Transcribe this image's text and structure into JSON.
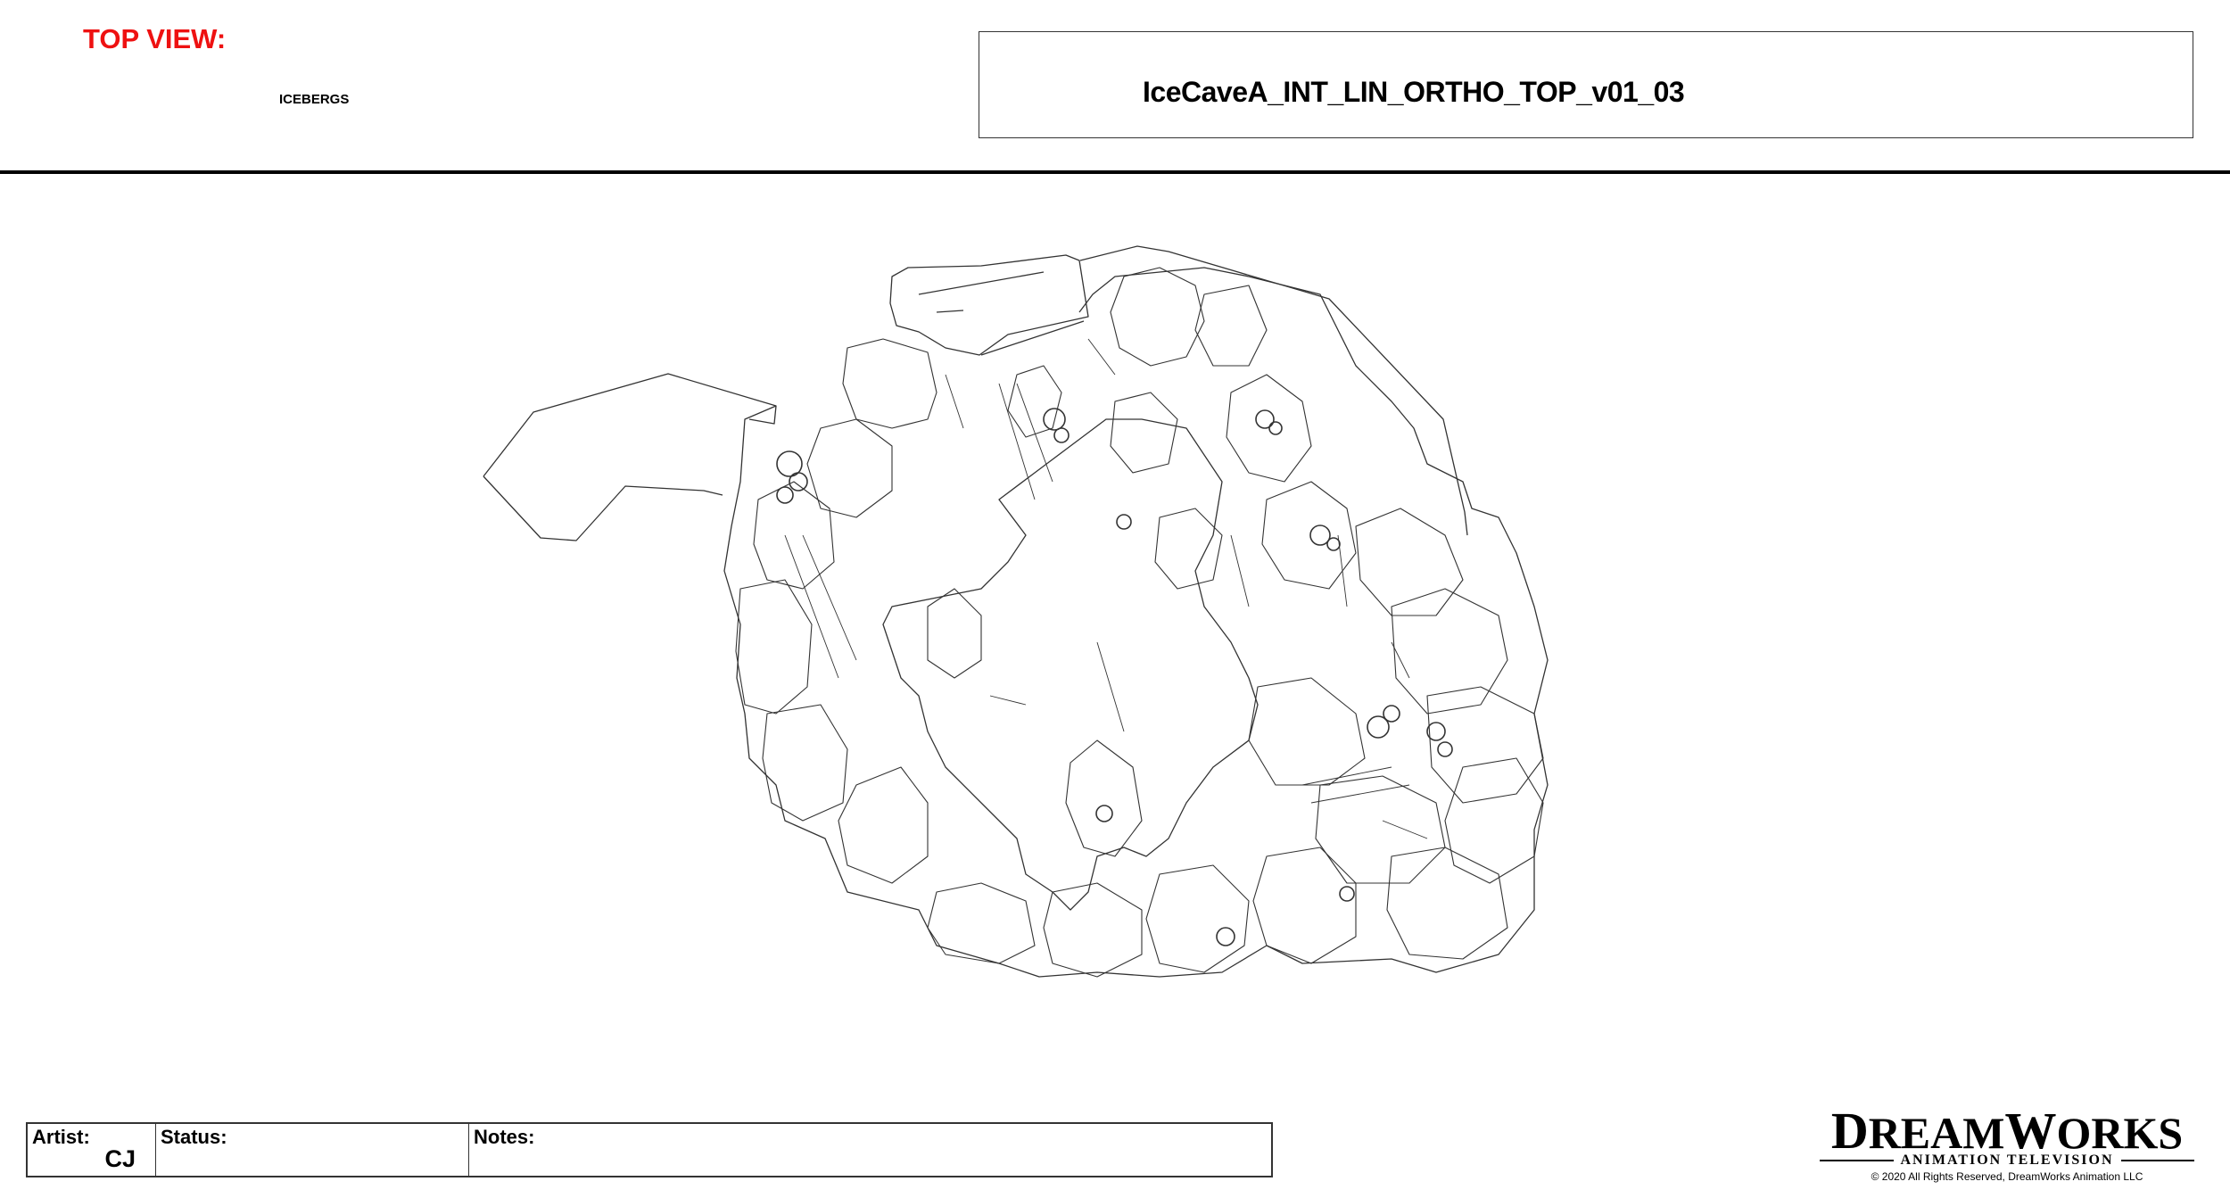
{
  "header": {
    "view_label": "TOP VIEW:",
    "section_label": "ICEBERGS",
    "file_title": "IceCaveA_INT_LIN_ORTHO_TOP_v01_03"
  },
  "drawing": {
    "description": "Orthographic top-view line drawing of an ice cave ring of icebergs",
    "line_color": "#333333"
  },
  "info_table": {
    "artist_label": "Artist:",
    "artist_value": "CJ",
    "status_label": "Status:",
    "status_value": "",
    "notes_label": "Notes:",
    "notes_value": ""
  },
  "logo": {
    "main_first": "D",
    "main_rest1": "REAM",
    "main_w": "W",
    "main_rest2": "ORKS",
    "subtitle": "ANIMATION TELEVISION",
    "copyright": "© 2020 All Rights Reserved, DreamWorks Animation LLC"
  },
  "colors": {
    "view_label": "#ee1111",
    "text": "#000000",
    "separator": "#000000"
  }
}
